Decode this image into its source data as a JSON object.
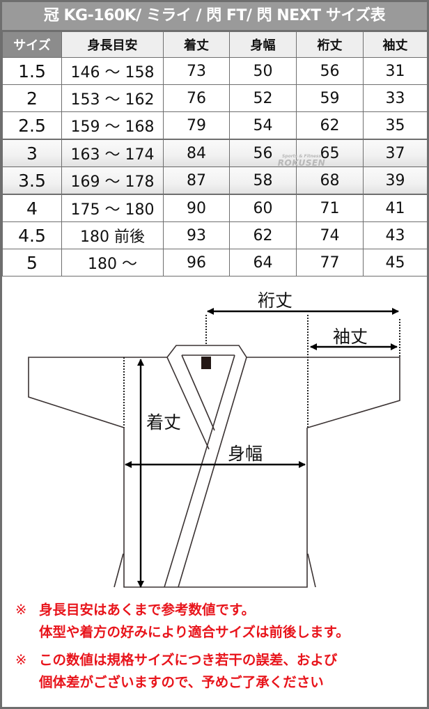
{
  "title": "冠 KG-160K/ ミライ / 閃 FT/ 閃 NEXT サイズ表",
  "table": {
    "headers": [
      "サイズ",
      "身長目安",
      "着丈",
      "身幅",
      "裄丈",
      "袖丈"
    ],
    "rows": [
      [
        "1.5",
        "146 ～ 158",
        "73",
        "50",
        "56",
        "31"
      ],
      [
        "2",
        "153 ～ 162",
        "76",
        "52",
        "59",
        "33"
      ],
      [
        "2.5",
        "159 ～ 168",
        "79",
        "54",
        "62",
        "35"
      ],
      [
        "3",
        "163 ～ 174",
        "84",
        "56",
        "65",
        "37"
      ],
      [
        "3.5",
        "169 ～ 178",
        "87",
        "58",
        "68",
        "39"
      ],
      [
        "4",
        "175 ～ 180",
        "90",
        "60",
        "71",
        "41"
      ],
      [
        "4.5",
        "180 前後",
        "93",
        "62",
        "74",
        "43"
      ],
      [
        "5",
        "180 ～",
        "96",
        "64",
        "77",
        "45"
      ]
    ],
    "highlighted_rows": [
      "3",
      "3.5"
    ]
  },
  "watermark": {
    "small": "Sports & Fitness",
    "big": "ROKUSEN"
  },
  "diagram": {
    "labels": {
      "yukitake": "裄丈",
      "sodetake": "袖丈",
      "kitake": "着丈",
      "mihaba": "身幅"
    }
  },
  "notes": [
    {
      "mark": "※",
      "lines": [
        "身長目安はあくまで参考数値です。",
        "体型や着方の好みにより適合サイズは前後します。"
      ]
    },
    {
      "mark": "※",
      "lines": [
        "この数値は規格サイズにつき若干の誤差、および",
        "個体差がございますので、予めご了承ください"
      ]
    }
  ],
  "colors": {
    "title_bg": "#9a9a9a",
    "header_size_bg": "#8c8c8c",
    "header_bg": "#eeeeee",
    "border": "#6e6e6e",
    "note_red": "#e8141b"
  }
}
